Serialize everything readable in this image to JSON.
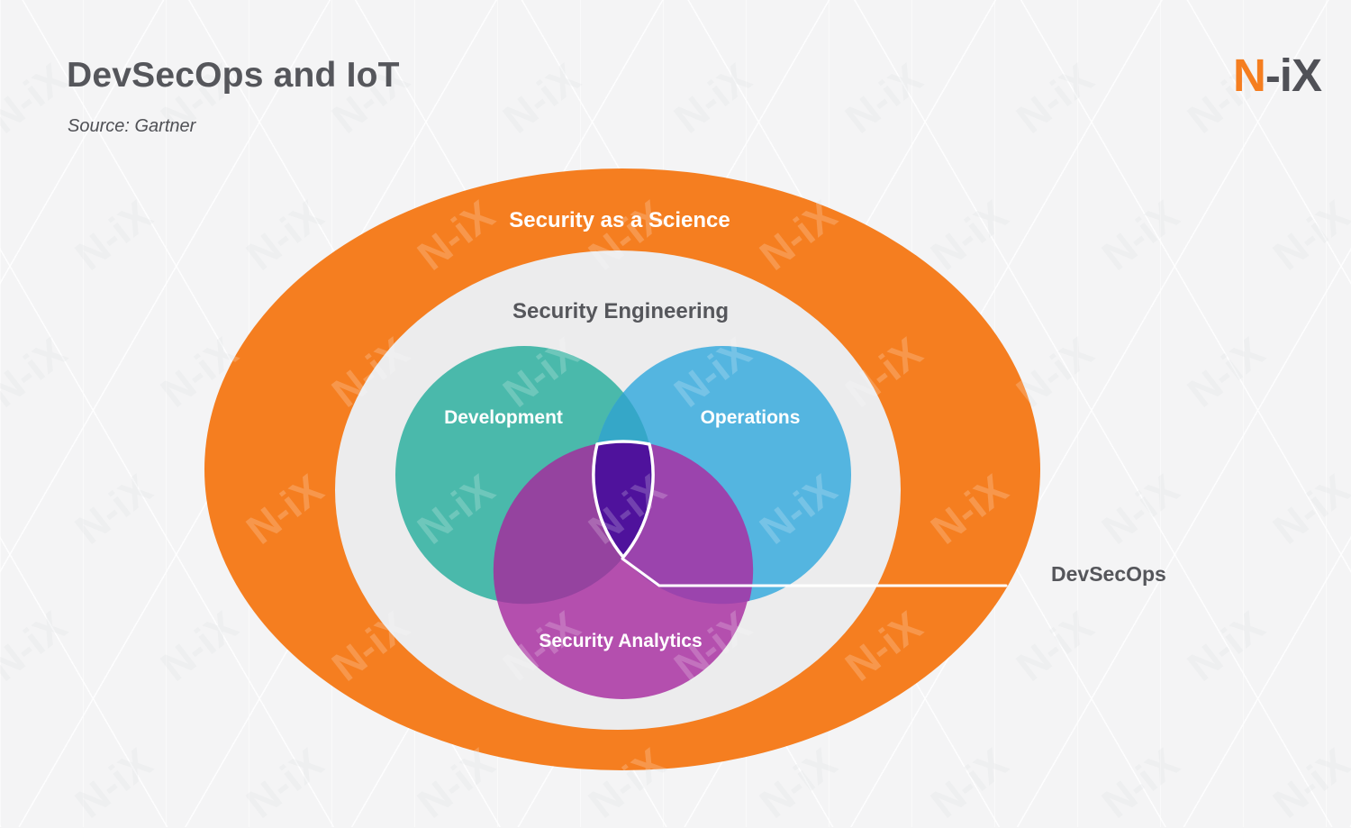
{
  "header": {
    "title": "DevSecOps and IoT",
    "source": "Source: Gartner",
    "logo_accent": "N",
    "logo_rest": "-iX"
  },
  "diagram": {
    "outer_label": "Security as a Science",
    "inner_label": "Security Engineering",
    "circles": [
      {
        "label": "Development"
      },
      {
        "label": "Operations"
      },
      {
        "label": "Security Analytics"
      }
    ],
    "callout_label": "DevSecOps"
  },
  "watermark": {
    "text": "N-iX"
  },
  "colors": {
    "page_bg": "#f4f4f5",
    "orange": "#f57e20",
    "inner_gray": "#ececed",
    "teal": "#4ab9ab",
    "blue": "#54b5e0",
    "dev_ops_overlap": "#35a7c8",
    "magenta": "#b44fae",
    "dev_sa_overlap": "#95439f",
    "ops_sa_overlap": "#9b44ad",
    "core": "#4f129c",
    "white": "#ffffff",
    "text_dark": "#55565b"
  }
}
